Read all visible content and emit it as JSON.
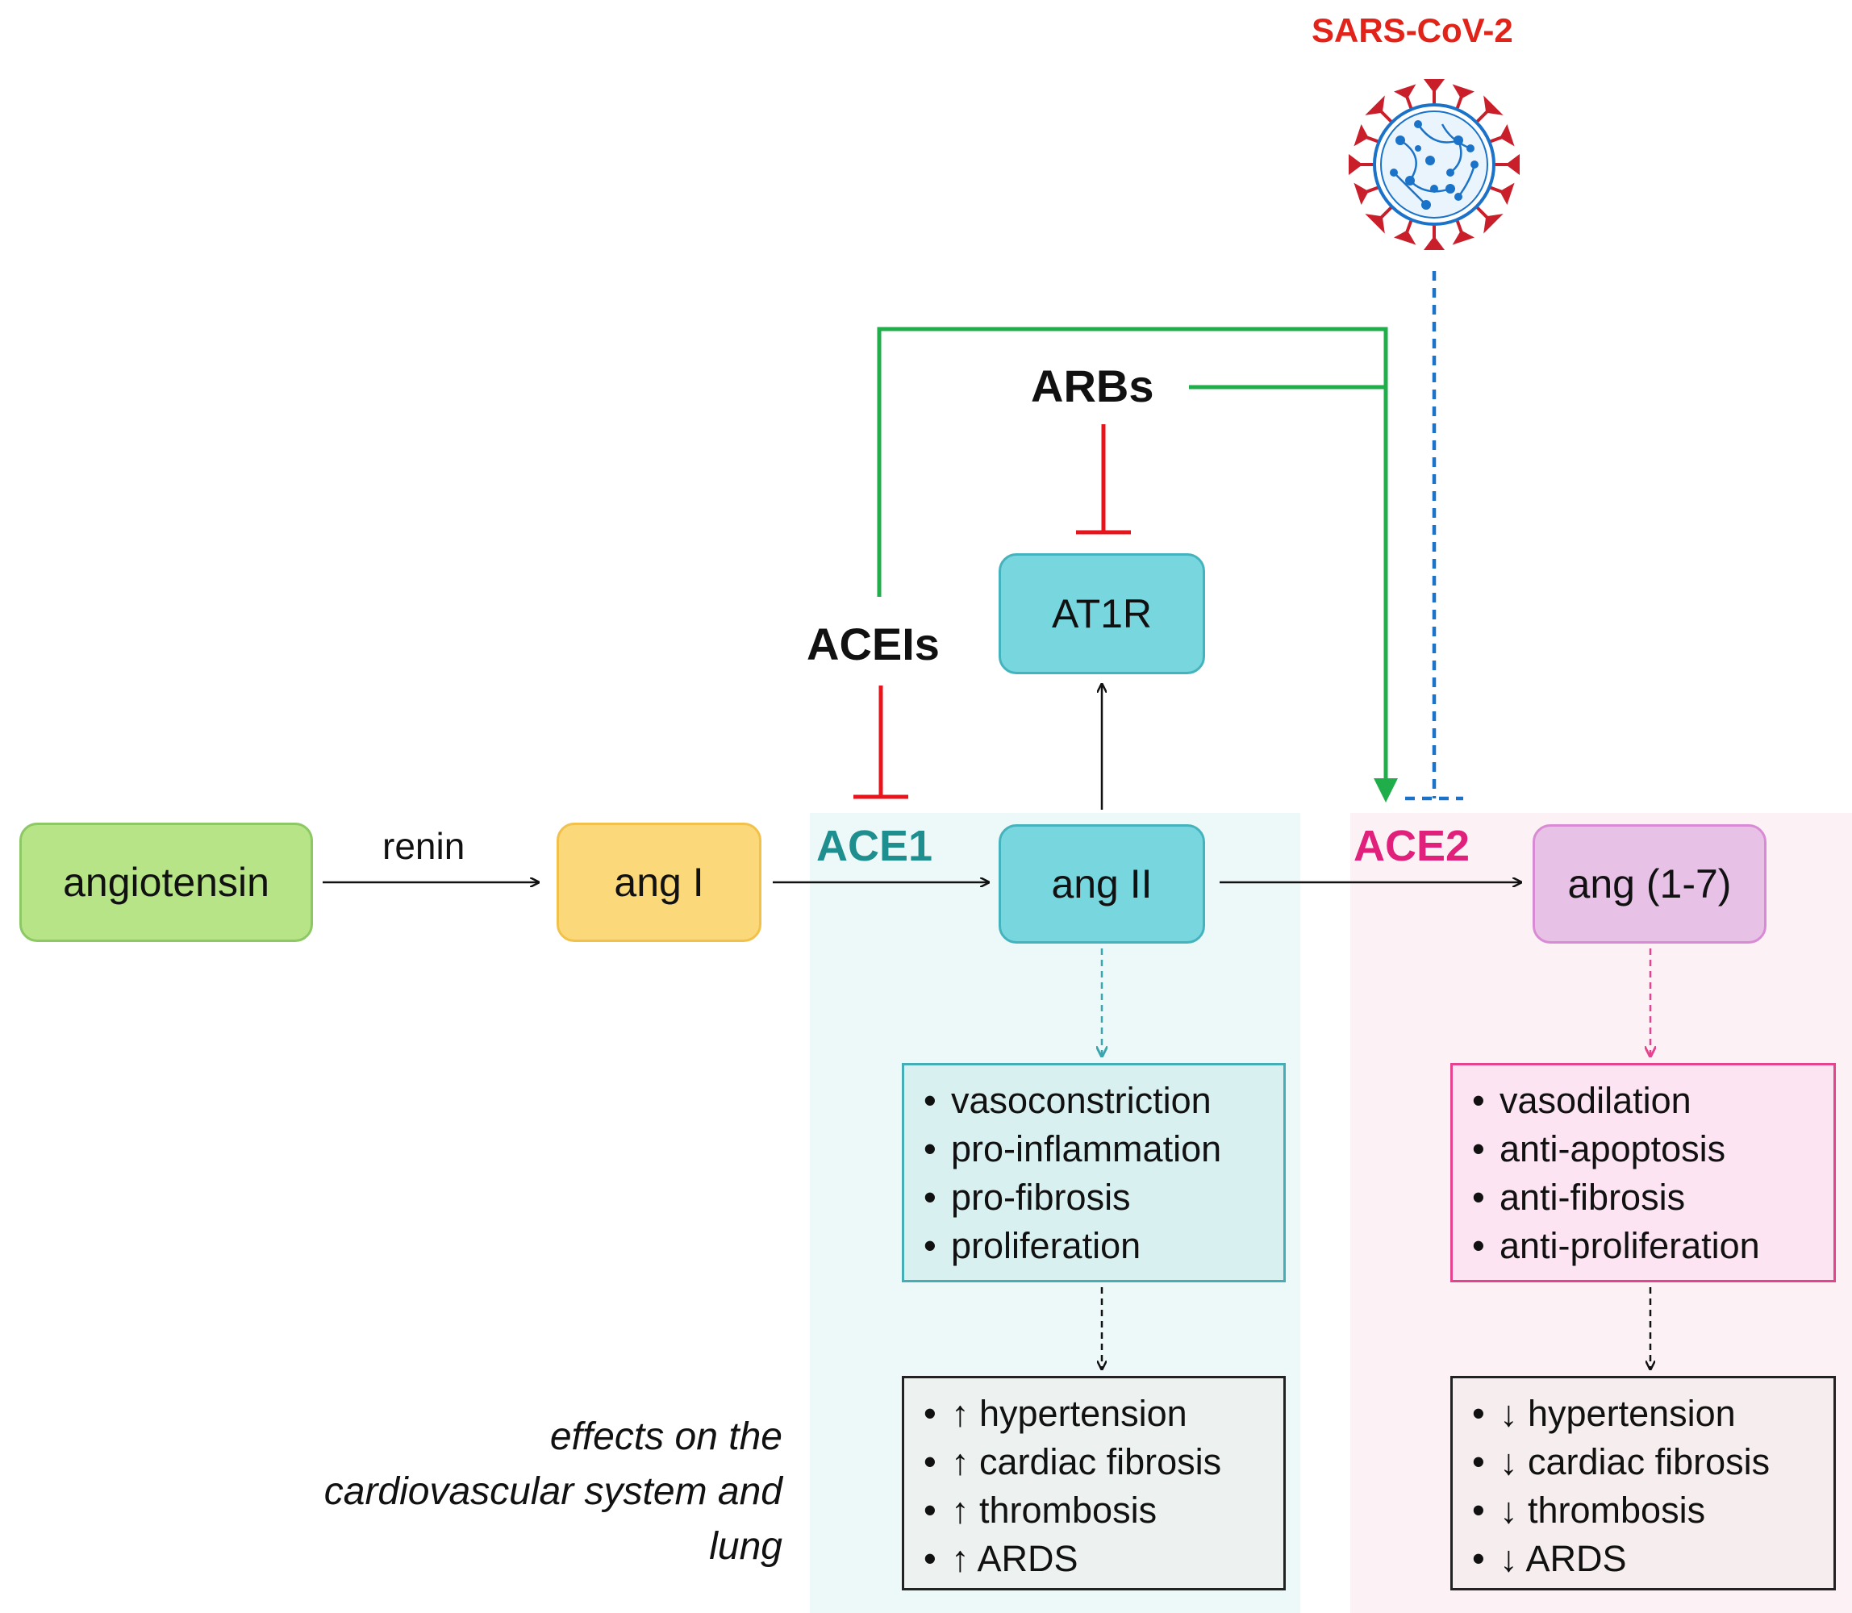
{
  "nodes": {
    "angiotensin": "angiotensin",
    "ang_i": "ang I",
    "ang_ii": "ang II",
    "at1r": "AT1R",
    "ang_1_7": "ang (1-7)"
  },
  "labels": {
    "renin": "renin",
    "ace1": "ACE1",
    "ace2": "ACE2",
    "arbs": "ARBs",
    "aceis": "ACEIs",
    "sars": "SARS-CoV-2",
    "effects": "effects on the cardiovascular system and lung"
  },
  "ace1_effects": [
    "vasoconstriction",
    "pro-inflammation",
    "pro-fibrosis",
    "proliferation"
  ],
  "ace2_effects": [
    "vasodilation",
    "anti-apoptosis",
    "anti-fibrosis",
    "anti-proliferation"
  ],
  "ace1_outcomes": [
    "↑ hypertension",
    "↑ cardiac fibrosis",
    "↑ thrombosis",
    "↑ ARDS"
  ],
  "ace2_outcomes": [
    "↓ hypertension",
    "↓ cardiac fibrosis",
    "↓ thrombosis",
    "↓ ARDS"
  ],
  "bullet": "•",
  "colors": {
    "ace1": "#1e8e8f",
    "ace2": "#e0207a",
    "inhibition": "#e8141c",
    "activation": "#1fae49",
    "virus": "#1a73c8",
    "virus_spike": "#c91f2a"
  },
  "icons": {
    "virus": "virus-icon"
  }
}
